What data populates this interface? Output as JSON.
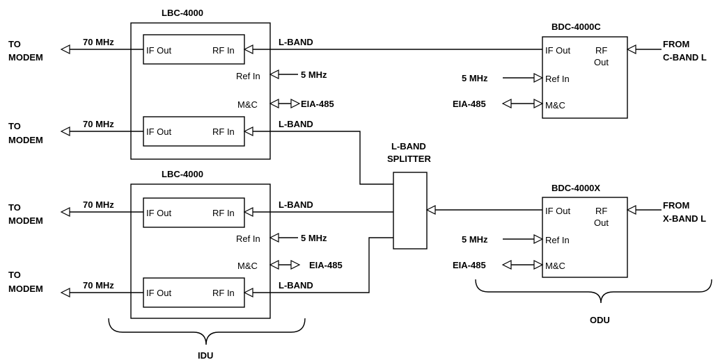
{
  "labels": {
    "lbc_top_title": "LBC-4000",
    "lbc_bottom_title": "LBC-4000",
    "bdc_c_title": "BDC-4000C",
    "bdc_x_title": "BDC-4000X",
    "splitter_line1": "L-BAND",
    "splitter_line2": "SPLITTER",
    "idu": "IDU",
    "odu": "ODU",
    "to": "TO",
    "modem": "MODEM",
    "mhz70": "70 MHz",
    "lband": "L-BAND",
    "mhz5": "5 MHz",
    "eia485": "EIA-485",
    "if_out": "IF Out",
    "rf_in": "RF In",
    "ref_in": "Ref In",
    "mc": "M&C",
    "rf": "RF",
    "out": "Out",
    "from": "FROM",
    "c_band_l": "C-BAND L",
    "x_band_l": "X-BAND L"
  }
}
